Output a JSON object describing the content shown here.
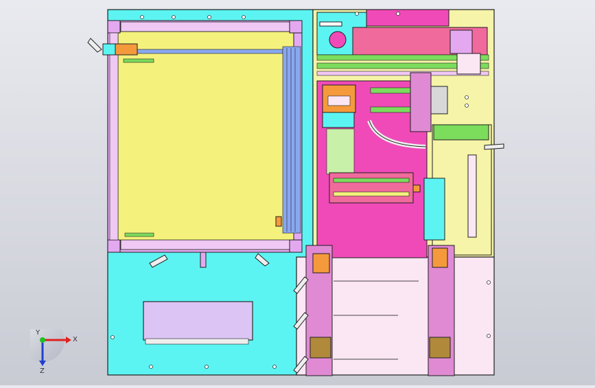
{
  "viewport": {
    "background_top": "#e9eaef",
    "background_bottom": "#c9cbd4"
  },
  "triad": {
    "x_label": "X",
    "y_label": "Y",
    "z_label": "Z",
    "x_color": "#e02020",
    "y_color": "#20c020",
    "z_color": "#2040d0"
  },
  "palette": {
    "frame_outline": "#1e1e1e",
    "cyan_plate": "#5cf4f2",
    "yellow_panel": "#f4f27c",
    "magenta_block": "#f04ab8",
    "lilac_frame": "#e4a8f0",
    "pale_pink": "#fbe6f4",
    "light_yellow": "#f6f4a8",
    "orange_accent": "#f59a3c",
    "green_rail": "#7cdc5c",
    "violet_box": "#dcc4f4"
  }
}
